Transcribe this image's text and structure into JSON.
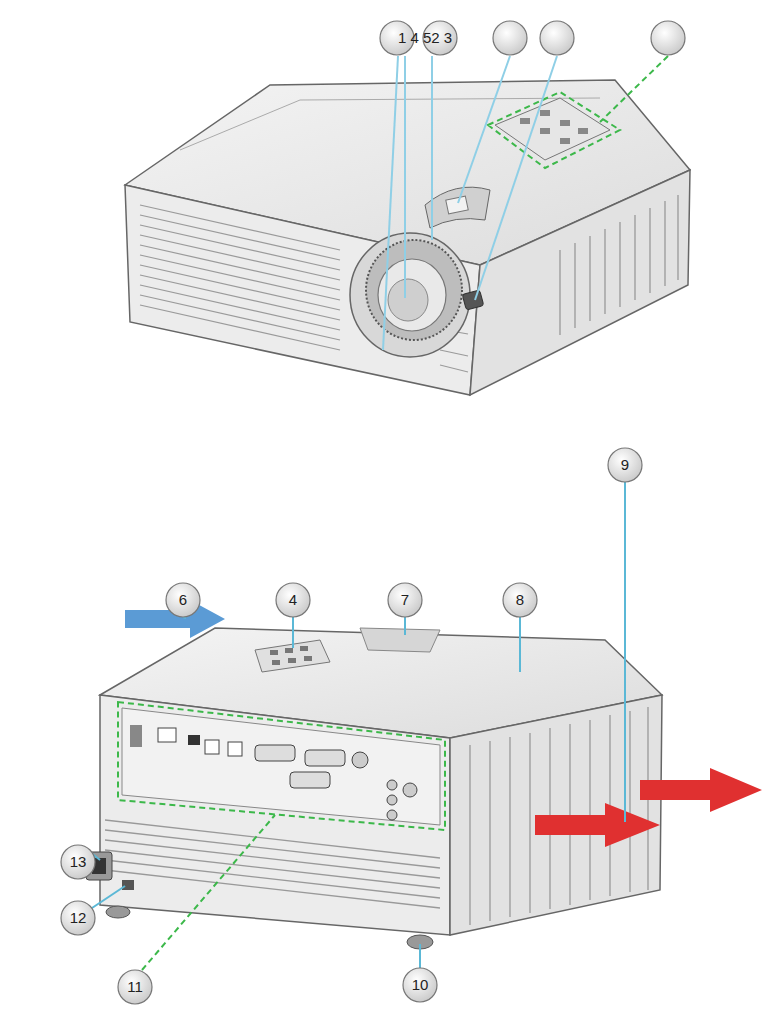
{
  "diagram": {
    "labels": [
      "1 4 52 3",
      "6",
      "4",
      "7",
      "8",
      "9",
      "13",
      "12",
      "11",
      "10"
    ]
  }
}
